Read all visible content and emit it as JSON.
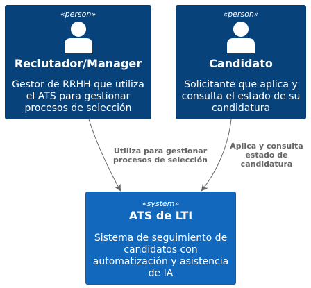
{
  "nodes": {
    "recruiter": {
      "stereotype": "«person»",
      "title": "Reclutador/Manager",
      "description": "Gestor de RRHH que utiliza el ATS para gestionar procesos de selección"
    },
    "candidate": {
      "stereotype": "«person»",
      "title": "Candidato",
      "description": "Solicitante que aplica y consulta el estado de su candidatura"
    },
    "ats": {
      "stereotype": "«system»",
      "title": "ATS de LTI",
      "description": "Sistema de seguimiento de candidatos con automatización y asistencia de IA"
    }
  },
  "edges": {
    "recruiter_to_ats": {
      "label": "Utiliza para gestionar procesos de selección"
    },
    "candidate_to_ats": {
      "label": "Aplica y consulta estado de candidatura"
    }
  },
  "colors": {
    "person": "#08427b",
    "system": "#1168bd",
    "arrow": "#666666",
    "edge_text": "#666666"
  }
}
